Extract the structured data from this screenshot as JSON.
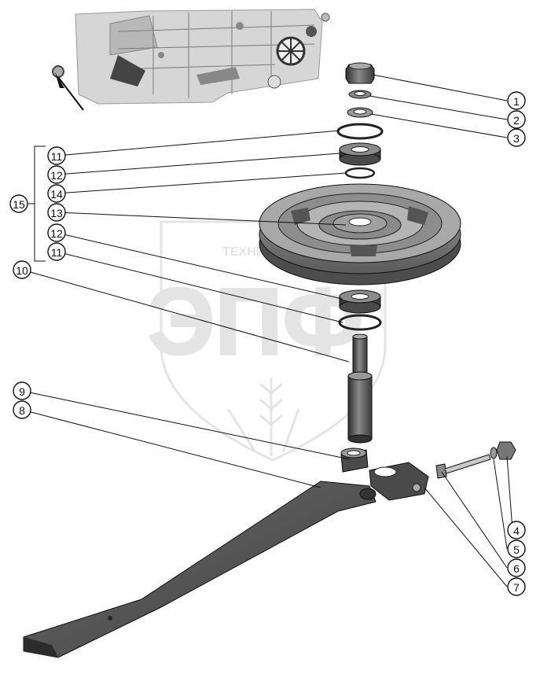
{
  "watermark": {
    "brand": "ТЕХНИКА",
    "letters": "ЭПФ"
  },
  "callouts": [
    {
      "id": "c1",
      "label": "1"
    },
    {
      "id": "c2",
      "label": "2"
    },
    {
      "id": "c3",
      "label": "3"
    },
    {
      "id": "c4",
      "label": "4"
    },
    {
      "id": "c5",
      "label": "5"
    },
    {
      "id": "c6",
      "label": "6"
    },
    {
      "id": "c7",
      "label": "7"
    },
    {
      "id": "c8",
      "label": "8"
    },
    {
      "id": "c9",
      "label": "9"
    },
    {
      "id": "c10",
      "label": "10"
    },
    {
      "id": "c11a",
      "label": "11"
    },
    {
      "id": "c12a",
      "label": "12"
    },
    {
      "id": "c14",
      "label": "14"
    },
    {
      "id": "c13",
      "label": "13"
    },
    {
      "id": "c12b",
      "label": "12"
    },
    {
      "id": "c11b",
      "label": "11"
    },
    {
      "id": "c15",
      "label": "15"
    }
  ],
  "colors": {
    "part_dark": "#3a3a3a",
    "part_mid": "#7a7a7a",
    "part_light": "#bdbdbd",
    "line": "#111111",
    "watermark": "#d4d4d4"
  }
}
